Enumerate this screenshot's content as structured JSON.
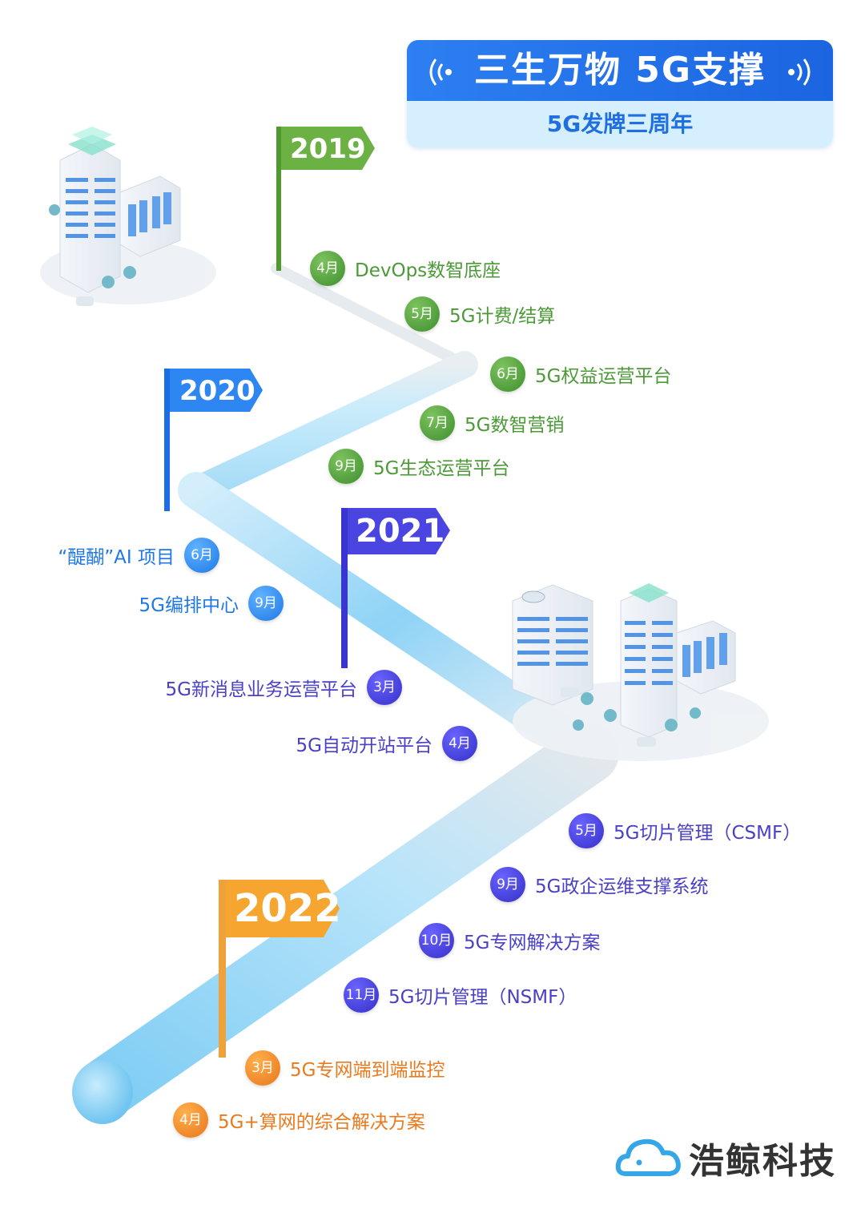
{
  "title": {
    "main": "三生万物  5G支撑",
    "sub": "5G发牌三周年"
  },
  "colors": {
    "green": "#4c9a37",
    "blue": "#1f78e6",
    "purple": "#4a40c8",
    "orange": "#ea7a1e",
    "road": "#9fd8f7"
  },
  "years": [
    {
      "year": "2019",
      "events": [
        {
          "month": "4月",
          "label": "DevOps数智底座"
        },
        {
          "month": "5月",
          "label": "5G计费/结算"
        },
        {
          "month": "6月",
          "label": "5G权益运营平台"
        },
        {
          "month": "7月",
          "label": "5G数智营销"
        },
        {
          "month": "9月",
          "label": "5G生态运营平台"
        }
      ]
    },
    {
      "year": "2020",
      "events": [
        {
          "month": "6月",
          "label": "“醍醐”AI 项目"
        },
        {
          "month": "9月",
          "label": "5G编排中心"
        }
      ]
    },
    {
      "year": "2021",
      "events": [
        {
          "month": "3月",
          "label": "5G新消息业务运营平台"
        },
        {
          "month": "4月",
          "label": "5G自动开站平台"
        },
        {
          "month": "5月",
          "label": "5G切片管理（CSMF）"
        },
        {
          "month": "9月",
          "label": "5G政企运维支撑系统"
        },
        {
          "month": "10月",
          "label": "5G专网解决方案"
        },
        {
          "month": "11月",
          "label": "5G切片管理（NSMF）"
        }
      ]
    },
    {
      "year": "2022",
      "events": [
        {
          "month": "3月",
          "label": "5G专网端到端监控"
        },
        {
          "month": "4月",
          "label": "5G+算网的综合解决方案"
        }
      ]
    }
  ],
  "logo": {
    "text": "浩鲸科技",
    "icon": "cloud-whale-icon"
  }
}
